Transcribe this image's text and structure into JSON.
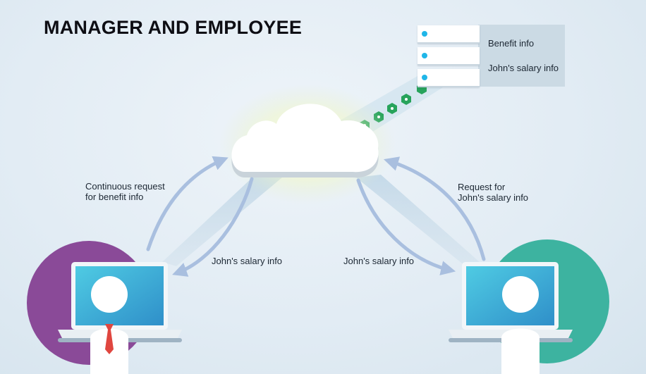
{
  "title": "MANAGER AND EMPLOYEE",
  "server": {
    "records": [
      "Benefit info",
      "John's salary info"
    ]
  },
  "labels": {
    "left_request": [
      "Continuous request",
      "for benefit info"
    ],
    "left_response": "John's salary info",
    "right_response": "John's salary info",
    "right_request": [
      "Request for",
      "John's salary info"
    ]
  },
  "colors": {
    "manager_circle": "#8a4a98",
    "employee_circle": "#3db3a0",
    "arrow": "#a9bfdf",
    "screen": "#48c5df",
    "tie": "#e0463f",
    "data_packet": "#27a35b",
    "server_led": "#1fb6e8"
  },
  "icons": [
    "cloud-icon",
    "laptop-icon",
    "person-icon",
    "tie-icon",
    "server-icon",
    "data-packet-icon"
  ]
}
